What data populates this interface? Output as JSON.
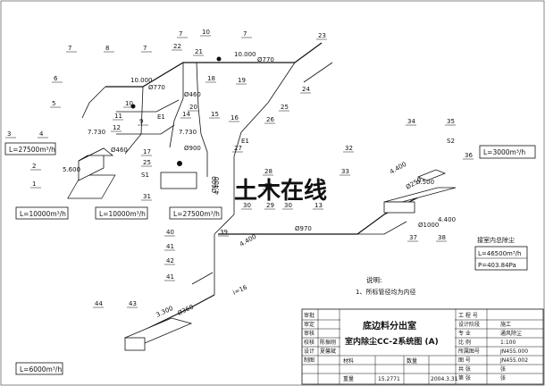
{
  "title_block": {
    "project_name": "底边料分出室",
    "drawing_title": "室内除尘CC-2系统图 (A)",
    "left_labels": [
      "审批",
      "审定",
      "审核",
      "校核",
      "设计",
      "制图"
    ],
    "left_names": [
      "",
      "",
      "",
      "陈振刚",
      "夏馨斌",
      ""
    ],
    "material_label": "材料",
    "quantity_label": "数量",
    "weight_label": "重量",
    "weight_value": "15.2771",
    "date_value": "2004.3.31",
    "right_labels": [
      "工 程 号",
      "设计阶段",
      "专   业",
      "比   例",
      "所属图号",
      "图   号",
      "共   张",
      "第   张"
    ],
    "right_values": [
      "",
      "施工",
      "通风除尘",
      "1:100",
      "JN455.000",
      "JN455.002",
      "张",
      "张"
    ]
  },
  "notes": {
    "heading": "说明:",
    "item1": "1、所标管径均为内径"
  },
  "totals_box": {
    "title": "接室内总除尘",
    "flow": "L=46500m³/h",
    "pressure": "P=403.84Pa"
  },
  "airflow_boxes": {
    "l1": "L=27500m³/h",
    "l2": "L=10000m³/h",
    "l3": "L=10000m³/h",
    "l4": "L=27500m³/h",
    "l5": "L=3000m³/h",
    "l6": "L=6000m³/h"
  },
  "elevations": {
    "e10000a": "10.000",
    "e10000b": "10.000",
    "e7730a": "7.730",
    "e7730b": "7.730",
    "e5600": "5.600",
    "e4400a": "4.400",
    "e4400b": "4.400",
    "e4400c": "4.400",
    "e4400d": "4.400",
    "e0500": "0.500",
    "e3300": "3.300"
  },
  "diameters": {
    "d770a": "Ø770",
    "d770b": "Ø770",
    "d460a": "Ø460",
    "d460b": "Ø460",
    "d900": "Ø900",
    "d600": "Ø600",
    "d970": "Ø970",
    "d1000": "Ø1000",
    "d360": "Ø360",
    "d250": "Ø250"
  },
  "slope": "i=16",
  "element_tags": {
    "e1a": "E1",
    "e1b": "E1",
    "s1": "S1",
    "s2": "S2"
  },
  "numbers": [
    "1",
    "2",
    "3",
    "4",
    "5",
    "6",
    "7",
    "8",
    "7",
    "9",
    "10",
    "11",
    "12",
    "7",
    "7",
    "10",
    "18",
    "19",
    "20",
    "21",
    "22",
    "23",
    "24",
    "25",
    "26",
    "27",
    "28",
    "29",
    "30",
    "13",
    "14",
    "15",
    "16",
    "17",
    "25",
    "25",
    "30",
    "31",
    "32",
    "33",
    "34",
    "35",
    "36",
    "37",
    "38",
    "39",
    "40",
    "41",
    "42",
    "41",
    "43",
    "44"
  ],
  "watermark": "土木在线"
}
